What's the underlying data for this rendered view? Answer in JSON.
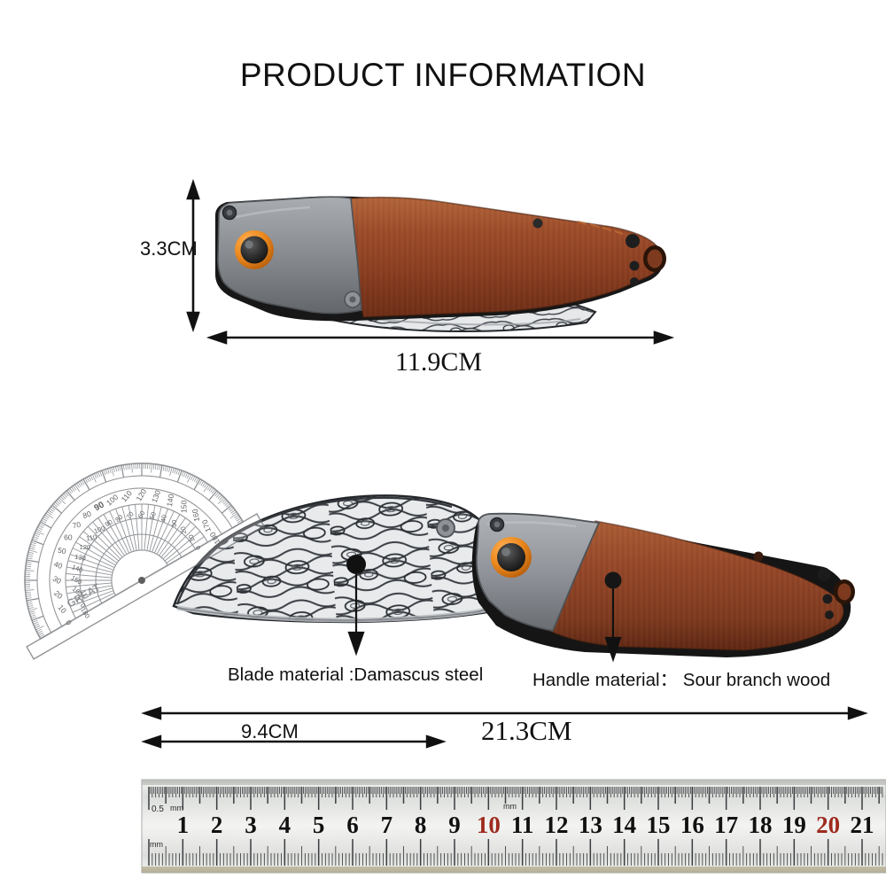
{
  "header": {
    "title": "PRODUCT INFORMATION"
  },
  "closed_knife": {
    "name": "closed-folding-knife",
    "height_dimension": "3.3CM",
    "length_dimension": "11.9CM"
  },
  "open_knife": {
    "name": "open-folding-knife",
    "blade_dimension": "9.4CM",
    "total_dimension": "21.3CM"
  },
  "annotations": {
    "blade": "Blade material :Damascus steel",
    "handle": "Handle material： Sour branch wood"
  },
  "protractor": {
    "name": "protractor-overlay",
    "brand_text": "GREAT",
    "outer_scale": [
      "0",
      "10",
      "20",
      "30",
      "40",
      "50",
      "60",
      "70",
      "80",
      "90",
      "100",
      "110",
      "120",
      "130",
      "140",
      "150",
      "160",
      "170",
      "180"
    ],
    "inner_scale": [
      "180",
      "170",
      "160",
      "150",
      "140",
      "130",
      "120",
      "110",
      "100",
      "90",
      "80",
      "70",
      "60",
      "50",
      "40",
      "30",
      "20",
      "10",
      "0"
    ]
  },
  "ruler": {
    "name": "steel-ruler",
    "top_left_label": "0.5",
    "top_left_unit": "mm",
    "bottom_left_unit": "mm",
    "mid_unit_label": "mm",
    "numbers": [
      "1",
      "2",
      "3",
      "4",
      "5",
      "6",
      "7",
      "8",
      "9",
      "10",
      "11",
      "12",
      "13",
      "14",
      "15",
      "16",
      "17",
      "18",
      "19",
      "20",
      "21"
    ],
    "highlight_numbers": [
      "10",
      "20"
    ],
    "highlight_color": "#9e2b1e",
    "number_color": "#111111"
  },
  "colors": {
    "background": "#ffffff",
    "text": "#111111",
    "steel_bolster": "#8d9094",
    "steel_bolster_dark": "#6d7074",
    "wood_light": "#b0603a",
    "wood_mid": "#8d4327",
    "wood_dark": "#5f2c18",
    "pivot_orange": "#e8821e",
    "pivot_black": "#2b2b2b",
    "damascus_light": "#e9eaec",
    "damascus_dark": "#4a4d52",
    "ruler_steel": "#e3e4e2",
    "liner_black": "#1c1c1c"
  }
}
